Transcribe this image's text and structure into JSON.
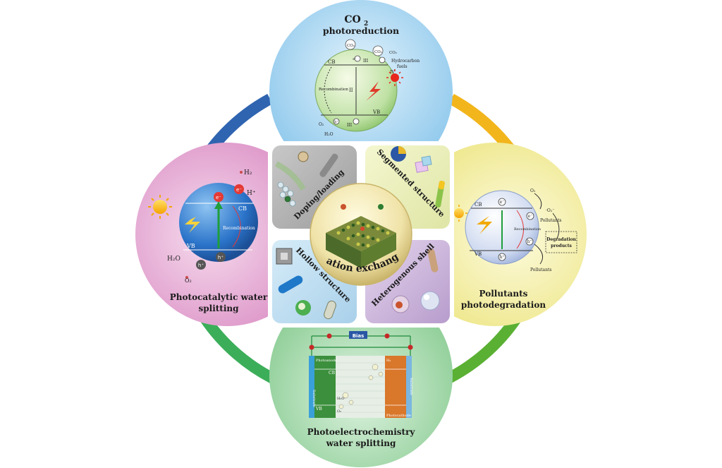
{
  "center": {
    "label": "Cation exchange"
  },
  "top": {
    "title_main": "CO",
    "title_sub": "2",
    "title_line2": "photoreduction",
    "texts": {
      "co2_a": "CO₂",
      "co2_b": "CO₂",
      "co2_c": "CO₂",
      "hydro1": "Hydrocarbon",
      "hydro2": "fuels",
      "cb": "CB",
      "vb": "VB",
      "ii": "II",
      "iii_top": "III",
      "iii_bot": "III",
      "iv": "IV",
      "recomb": "Recombination",
      "e": "e⁻",
      "h": "h⁺",
      "o2": "O₂",
      "h2o": "H₂O"
    }
  },
  "left": {
    "title_line1": "Photocatalytic water",
    "title_line2": "splitting",
    "texts": {
      "h2": "H₂",
      "hplus": "H⁺",
      "cb": "CB",
      "vb": "VB",
      "recomb": "Recombination",
      "h2o": "H₂O",
      "o2": "O₂",
      "e": "e⁻",
      "h": "h⁺"
    }
  },
  "right": {
    "title_line1": "Pollutants",
    "title_line2": "photodegradation",
    "texts": {
      "o2": "O₂",
      "o2r": "·O₂⁻",
      "pollutants_top": "Pollutants",
      "pollutants_bot": "Pollutants",
      "degradation1": "Degradation",
      "degradation2": "products",
      "cb": "CB",
      "vb": "VB",
      "recomb": "Recombination",
      "e": "e⁻",
      "h": "h⁺"
    }
  },
  "bottom": {
    "title_line1": "Photoelectrochemistry",
    "title_line2": "water splitting",
    "texts": {
      "bias": "Bias",
      "photoanode": "Photoanode",
      "photocathode": "Photocathode",
      "substrate_l": "Substrate",
      "substrate_r": "Substrate",
      "cb": "CB",
      "vb": "VB",
      "h2o": "H₂O",
      "o2": "O₂",
      "h2": "H₂"
    }
  },
  "quadrants": [
    {
      "label": "Doping/loading"
    },
    {
      "label": "Segmented structure"
    },
    {
      "label": "Hollow structure"
    },
    {
      "label": "Heterogenous shell"
    }
  ],
  "colors": {
    "top_circle": "#a9d6f0",
    "left_circle": "#e8a9d6",
    "right_circle": "#f3f0a0",
    "bottom_circle": "#9fd6a6",
    "ring_top_left": "#2f64b0",
    "ring_top_right": "#f2b51c",
    "ring_bottom_left": "#3cae5a",
    "ring_bottom_right": "#5ab033"
  }
}
